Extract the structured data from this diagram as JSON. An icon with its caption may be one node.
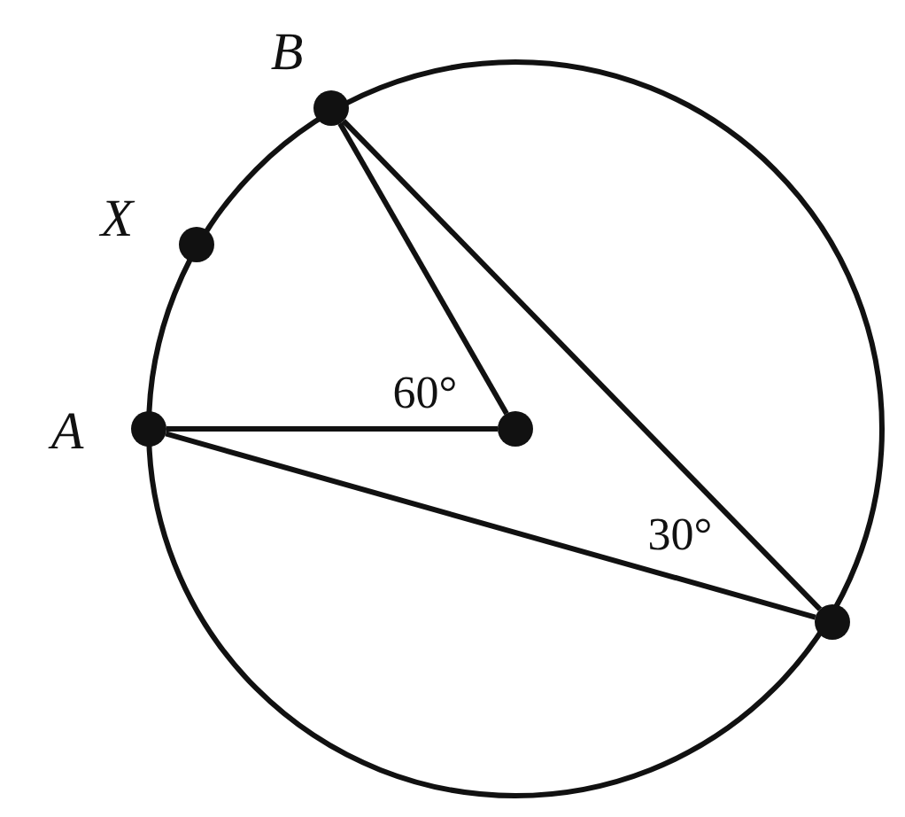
{
  "diagram": {
    "nodes": [
      {
        "text": [],
        "shape": "circle",
        "beside": [
          "B"
        ]
      },
      {
        "text": [],
        "shape": "circle",
        "beside": [
          "X"
        ]
      },
      {
        "text": [],
        "shape": "circle",
        "beside": [
          "A"
        ]
      },
      {
        "text": [],
        "shape": "circle"
      },
      {
        "text": [],
        "shape": "circle"
      }
    ],
    "edges": [
      {
        "from": 2,
        "to": 3,
        "arrow": "none"
      },
      {
        "from": 0,
        "to": 3,
        "arrow": "none"
      },
      {
        "from": 0,
        "to": 4,
        "arrow": "none"
      },
      {
        "from": 2,
        "to": 4,
        "arrow": "none"
      }
    ],
    "labels": [
      "60°",
      "30°"
    ]
  }
}
